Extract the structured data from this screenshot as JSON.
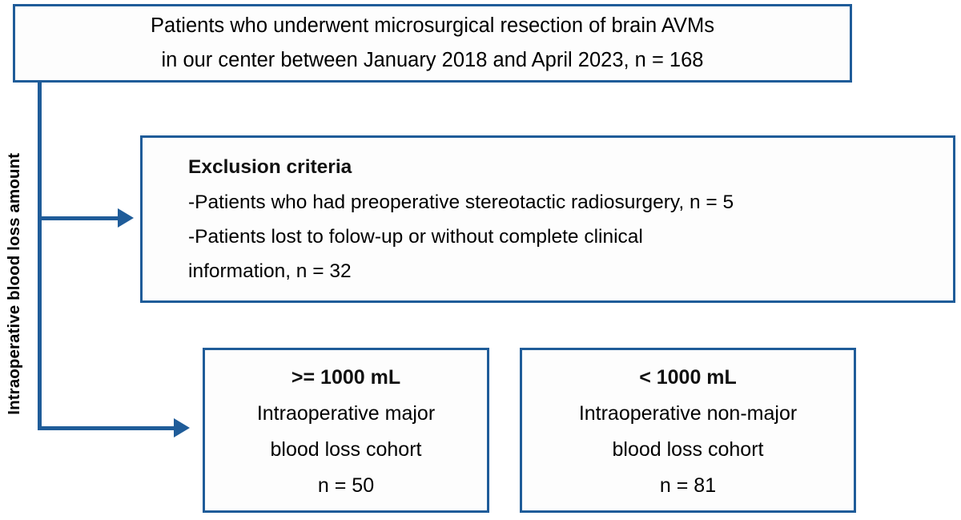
{
  "figure": {
    "type": "flowchart",
    "axis_label": "Intraoperative blood loss amount",
    "accent_color": "#1f5c99",
    "text_color": "#000000",
    "background_color": "#ffffff"
  },
  "enrollment": {
    "line1": "Patients who underwent microsurgical resection of brain AVMs",
    "line2": "in our center between January 2018 and April 2023, n = 168",
    "total_n": "168"
  },
  "exclusion": {
    "title": "Exclusion criteria",
    "line1": "-Patients who had preoperative stereotactic radiosurgery, n = 5",
    "line2": "-Patients lost to folow-up or without complete clinical",
    "line3": "information, n = 32",
    "excluded_radiosurgery_n": "5",
    "excluded_lost_followup_n": "32"
  },
  "cohorts": [
    {
      "threshold": ">= 1000 mL",
      "line1": "Intraoperative major",
      "line2": "blood loss cohort",
      "count_label": "n = 50",
      "n": "50"
    },
    {
      "threshold": "< 1000 mL",
      "line1": "Intraoperative non-major",
      "line2": "blood loss cohort",
      "count_label": "n = 81",
      "n": "81"
    }
  ],
  "connectors": [
    {
      "name": "trunk-to-exclusion",
      "from": "enrollment",
      "to": "exclusion"
    },
    {
      "name": "trunk-to-cohorts",
      "from": "enrollment",
      "to": "cohorts"
    }
  ]
}
